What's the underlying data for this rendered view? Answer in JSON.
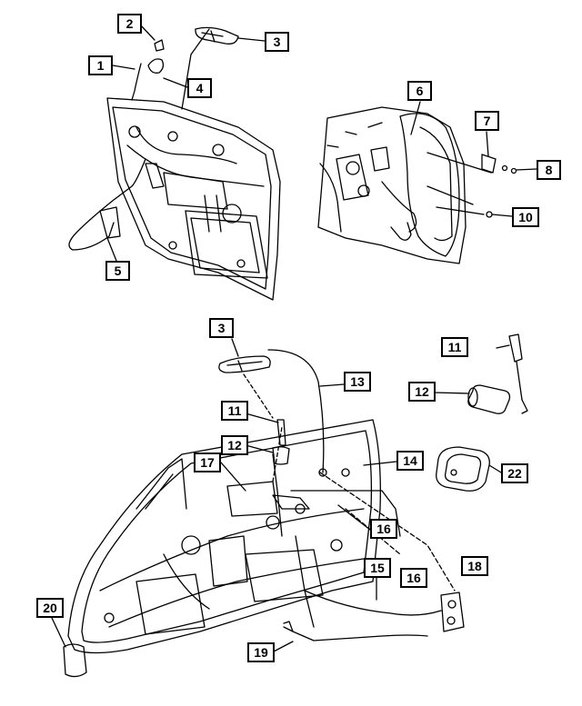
{
  "diagram": {
    "callouts": [
      {
        "id": "c1",
        "label": "1"
      },
      {
        "id": "c2",
        "label": "2"
      },
      {
        "id": "c3a",
        "label": "3"
      },
      {
        "id": "c4",
        "label": "4"
      },
      {
        "id": "c5",
        "label": "5"
      },
      {
        "id": "c6",
        "label": "6"
      },
      {
        "id": "c7",
        "label": "7"
      },
      {
        "id": "c8",
        "label": "8"
      },
      {
        "id": "c10",
        "label": "10"
      },
      {
        "id": "c3b",
        "label": "3"
      },
      {
        "id": "c11a",
        "label": "11"
      },
      {
        "id": "c12a",
        "label": "12"
      },
      {
        "id": "c13",
        "label": "13"
      },
      {
        "id": "c11b",
        "label": "11"
      },
      {
        "id": "c12b",
        "label": "12"
      },
      {
        "id": "c14",
        "label": "14"
      },
      {
        "id": "c17",
        "label": "17"
      },
      {
        "id": "c22",
        "label": "22"
      },
      {
        "id": "c16a",
        "label": "16"
      },
      {
        "id": "c15",
        "label": "15"
      },
      {
        "id": "c16b",
        "label": "16"
      },
      {
        "id": "c18",
        "label": "18"
      },
      {
        "id": "c20",
        "label": "20"
      },
      {
        "id": "c19",
        "label": "19"
      }
    ]
  }
}
